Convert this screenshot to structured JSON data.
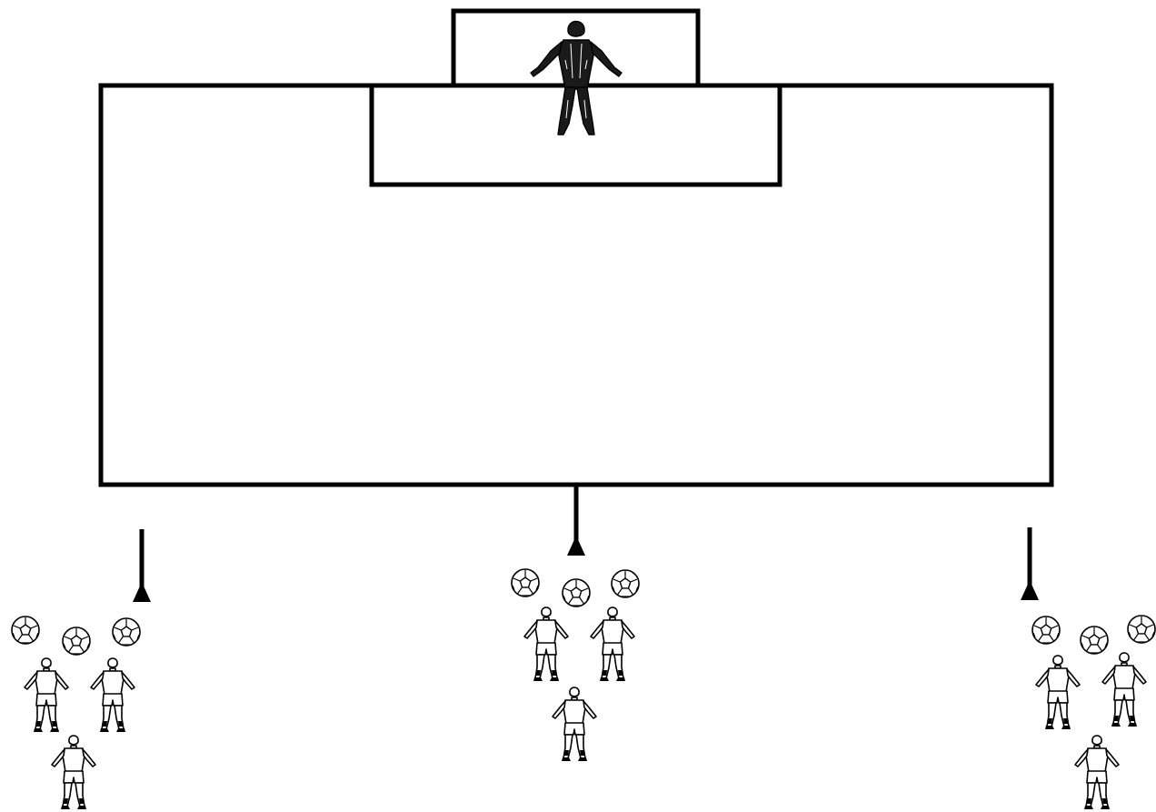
{
  "diagram": {
    "background_color": "#ffffff",
    "line_color": "#000000",
    "drill_areas": [
      {
        "name": "left",
        "cones": 1,
        "balls": 3,
        "players": 3
      },
      {
        "name": "center",
        "cones": 1,
        "balls": 3,
        "players": 3
      },
      {
        "name": "right",
        "cones": 1,
        "balls": 3,
        "players": 3
      }
    ],
    "goalkeepers": 1,
    "icons": {
      "keeper": "goalkeeper-icon",
      "player": "player-icon",
      "ball": "soccer-ball-icon",
      "marker": "pole-marker-icon"
    }
  }
}
